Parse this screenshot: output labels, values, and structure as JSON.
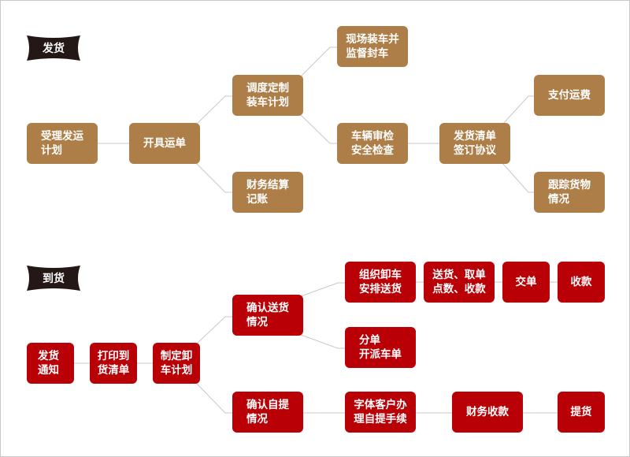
{
  "colors": {
    "shipping": "#ad7e47",
    "arrival": "#b80006",
    "badge": "#231815",
    "line": "#c8c8c8"
  },
  "shipping": {
    "title": "发货",
    "steps": {
      "accept_plan": "受理发运\n计划",
      "issue_waybill": "开具运单",
      "dispatch_plan": "调度定制\n装车计划",
      "finance_settle": "财务结算\n记账",
      "onsite_loading": "现场装车并\n监督封车",
      "vehicle_check": "车辆审检\n安全检查",
      "sign_agreement": "发货清单\n签订协议",
      "pay_freight": "支付运费",
      "track_goods": "跟踪货物\n情况"
    }
  },
  "arrival": {
    "title": "到货",
    "steps": {
      "notice": "发货通知",
      "print_list": "打印到\n货清单",
      "unload_plan": "制定卸\n车计划",
      "confirm_delivery": "确认送货\n情况",
      "confirm_pickup": "确认自提\n情况",
      "arrange_delivery": "组织卸车\n安排送货",
      "deliver_collect": "送货、取单\n点数、收款",
      "hand_over": "交单",
      "collect_payment": "收款",
      "split_order": "分单\n开派车单",
      "self_pickup": "字体客户办\n理自提手续",
      "finance_collect": "财务收款",
      "pickup": "提货"
    }
  }
}
